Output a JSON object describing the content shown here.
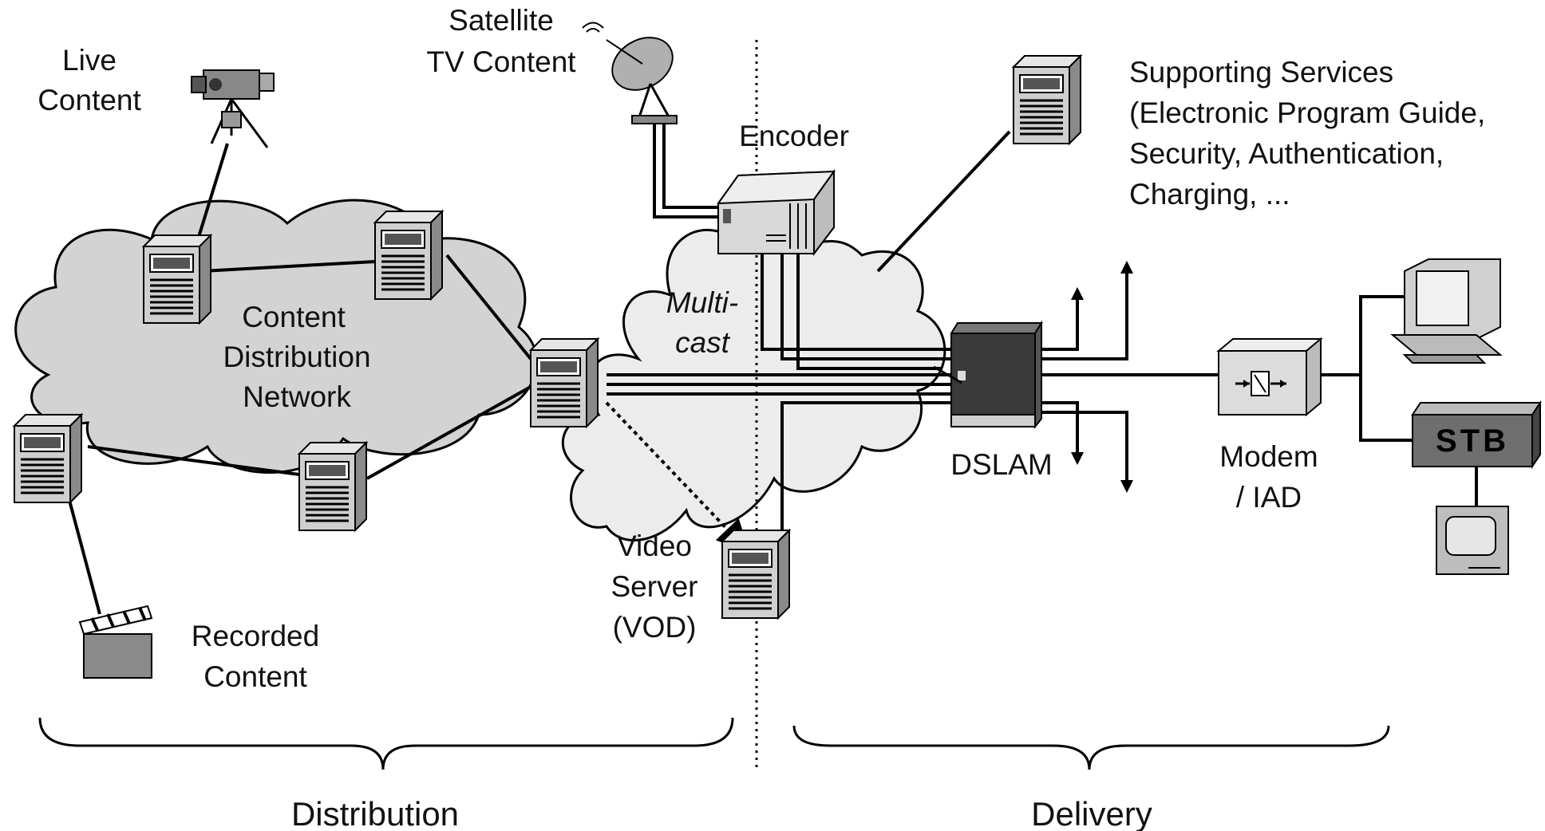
{
  "labels": {
    "live_content": [
      "Live",
      "Content"
    ],
    "satellite_content": [
      "Satellite",
      "TV Content"
    ],
    "encoder": "Encoder",
    "supporting_services": [
      "Supporting Services",
      "(Electronic Program Guide,",
      "Security, Authentication,",
      "Charging, ..."
    ],
    "cdn": [
      "Content",
      "Distribution",
      "Network"
    ],
    "multicast": [
      "Multi-",
      "cast"
    ],
    "dslam": "DSLAM",
    "modem": [
      "Modem",
      "/ IAD"
    ],
    "stb": "STB",
    "video_server": [
      "Video",
      "Server",
      "(VOD)"
    ],
    "recorded_content": [
      "Recorded",
      "Content"
    ],
    "distribution": "Distribution",
    "delivery": "Delivery"
  },
  "colors": {
    "cloud_left": "#d3d3d3",
    "cloud_right": "#ececec",
    "server_front": "#cfcfcf",
    "server_side": "#8a8a8a",
    "server_top": "#e6e6e6",
    "dslam": "#3a3a3a",
    "stb": "#6e6e6e"
  },
  "icons": [
    "camera-icon",
    "satellite-dish-icon",
    "server-icon",
    "encoder-icon",
    "dslam-icon",
    "modem-icon",
    "computer-icon",
    "stb-icon",
    "tv-icon",
    "clapperboard-icon"
  ]
}
